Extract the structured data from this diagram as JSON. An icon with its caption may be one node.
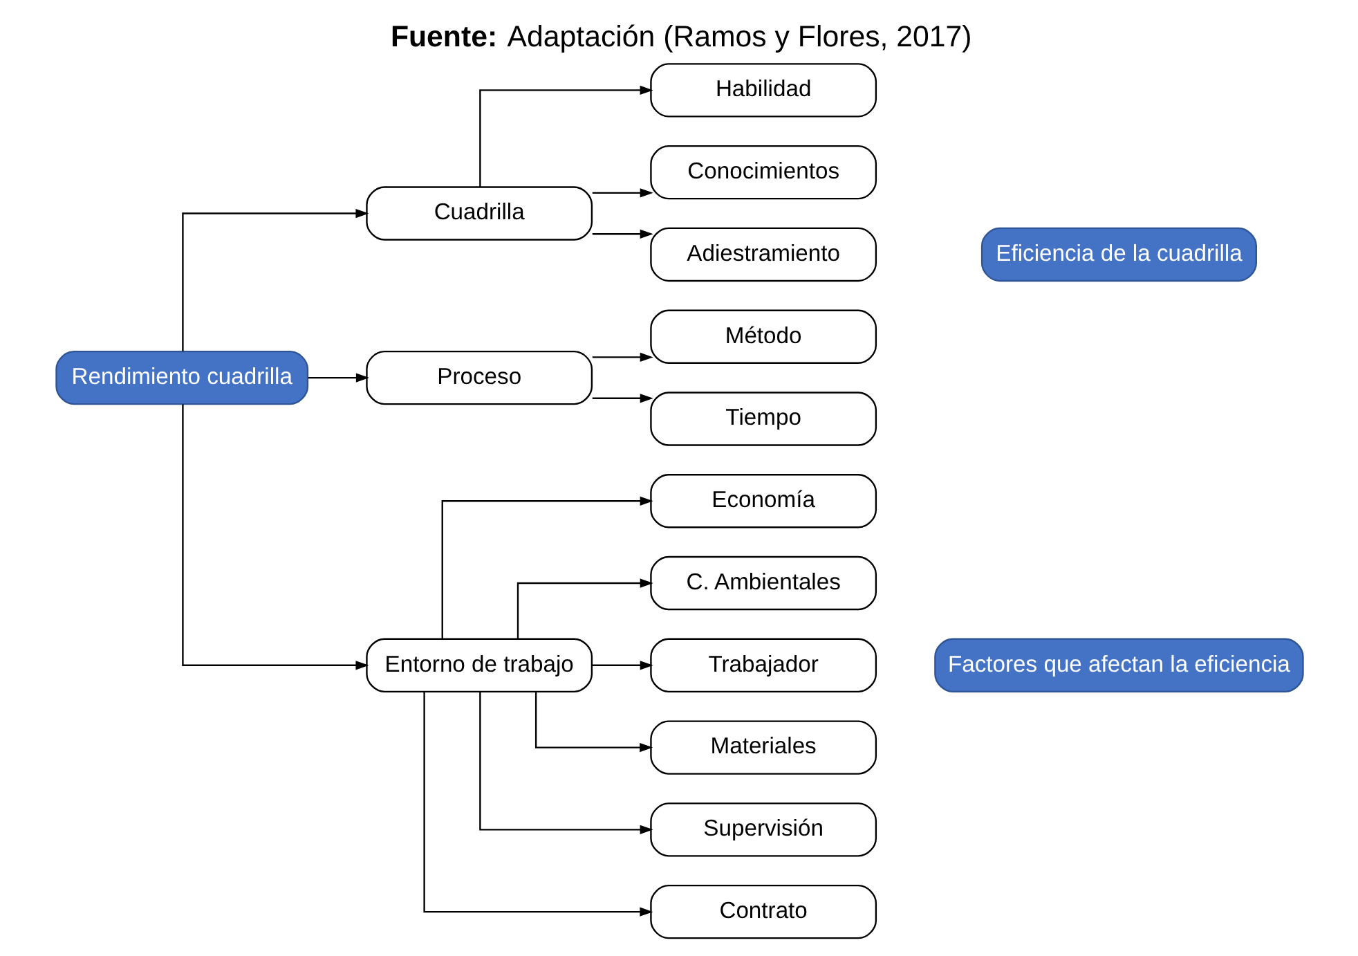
{
  "diagram": {
    "title": "**Fuente:** Adaptación (Ramos y Flores, 2017)",
    "nodes": [
      {
        "text": [
          "Rendimiento cuadrilla"
        ]
      },
      {
        "text": [
          "Cuadrilla"
        ]
      },
      {
        "text": [
          "Proceso"
        ]
      },
      {
        "text": [
          "Entorno de trabajo"
        ]
      },
      {
        "text": [
          "Habilidad"
        ]
      },
      {
        "text": [
          "Conocimientos"
        ]
      },
      {
        "text": [
          "Adiestramiento"
        ]
      },
      {
        "text": [
          "Método"
        ]
      },
      {
        "text": [
          "Tiempo"
        ]
      },
      {
        "text": [
          "Economía"
        ]
      },
      {
        "text": [
          "C. Ambientales"
        ]
      },
      {
        "text": [
          "Trabajador"
        ]
      },
      {
        "text": [
          "Materiales"
        ]
      },
      {
        "text": [
          "Supervisión"
        ]
      },
      {
        "text": [
          "Contrato"
        ]
      },
      {
        "text": [
          "Eficiencia de la cuadrilla"
        ]
      },
      {
        "text": [
          "Factores que afectan la eficiencia"
        ]
      }
    ],
    "edges": [
      {
        "from": 0,
        "to": 1,
        "arrow": "to"
      },
      {
        "from": 0,
        "to": 2,
        "arrow": "to"
      },
      {
        "from": 0,
        "to": 3,
        "arrow": "to"
      },
      {
        "from": 1,
        "to": 4,
        "arrow": "to"
      },
      {
        "from": 1,
        "to": 5,
        "arrow": "to"
      },
      {
        "from": 1,
        "to": 6,
        "arrow": "to"
      },
      {
        "from": 2,
        "to": 7,
        "arrow": "to"
      },
      {
        "from": 2,
        "to": 8,
        "arrow": "to"
      },
      {
        "from": 3,
        "to": 9,
        "arrow": "to"
      },
      {
        "from": 3,
        "to": 10,
        "arrow": "to"
      },
      {
        "from": 3,
        "to": 11,
        "arrow": "to"
      },
      {
        "from": 3,
        "to": 12,
        "arrow": "to"
      },
      {
        "from": 3,
        "to": 13,
        "arrow": "to"
      },
      {
        "from": 3,
        "to": 14,
        "arrow": "to"
      }
    ]
  }
}
